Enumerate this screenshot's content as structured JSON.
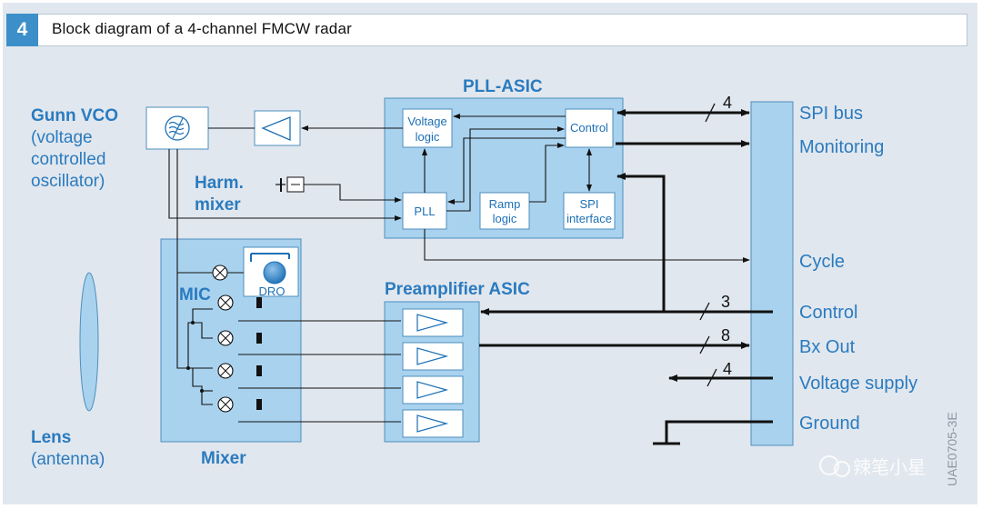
{
  "figure": {
    "number": "4",
    "title": "Block diagram of a 4-channel FMCW radar",
    "code": "UAE0705-3E"
  },
  "colors": {
    "accent_blue": "#3c8fc8",
    "label_blue": "#2a7bbf",
    "block_fill": "#a9d2ee",
    "background": "#e1e7ee"
  },
  "left_labels": {
    "gunn_title": "Gunn VCO",
    "gunn_sub1": "(voltage",
    "gunn_sub2": "controlled",
    "gunn_sub3": "oscillator)",
    "harm1": "Harm.",
    "harm2": "mixer",
    "lens_title": "Lens",
    "lens_sub": "(antenna)"
  },
  "pll_asic": {
    "title": "PLL-ASIC",
    "voltage_logic_1": "Voltage",
    "voltage_logic_2": "logic",
    "control": "Control",
    "pll": "PLL",
    "ramp_1": "Ramp",
    "ramp_2": "logic",
    "spi_1": "SPI",
    "spi_2": "interface"
  },
  "mixer": {
    "title": "Mixer",
    "mic": "MIC",
    "dro": "DRO"
  },
  "preamp": {
    "title": "Preamplifier ASIC"
  },
  "connector": {
    "signals": [
      {
        "label": "SPI bus",
        "bus_width": "4"
      },
      {
        "label": "Monitoring",
        "bus_width": ""
      },
      {
        "label": "Cycle",
        "bus_width": ""
      },
      {
        "label": "Control",
        "bus_width": "3"
      },
      {
        "label": "Bx Out",
        "bus_width": "8"
      },
      {
        "label": "Voltage supply",
        "bus_width": "4"
      },
      {
        "label": "Ground",
        "bus_width": ""
      }
    ]
  },
  "watermark": "辣笔小星"
}
